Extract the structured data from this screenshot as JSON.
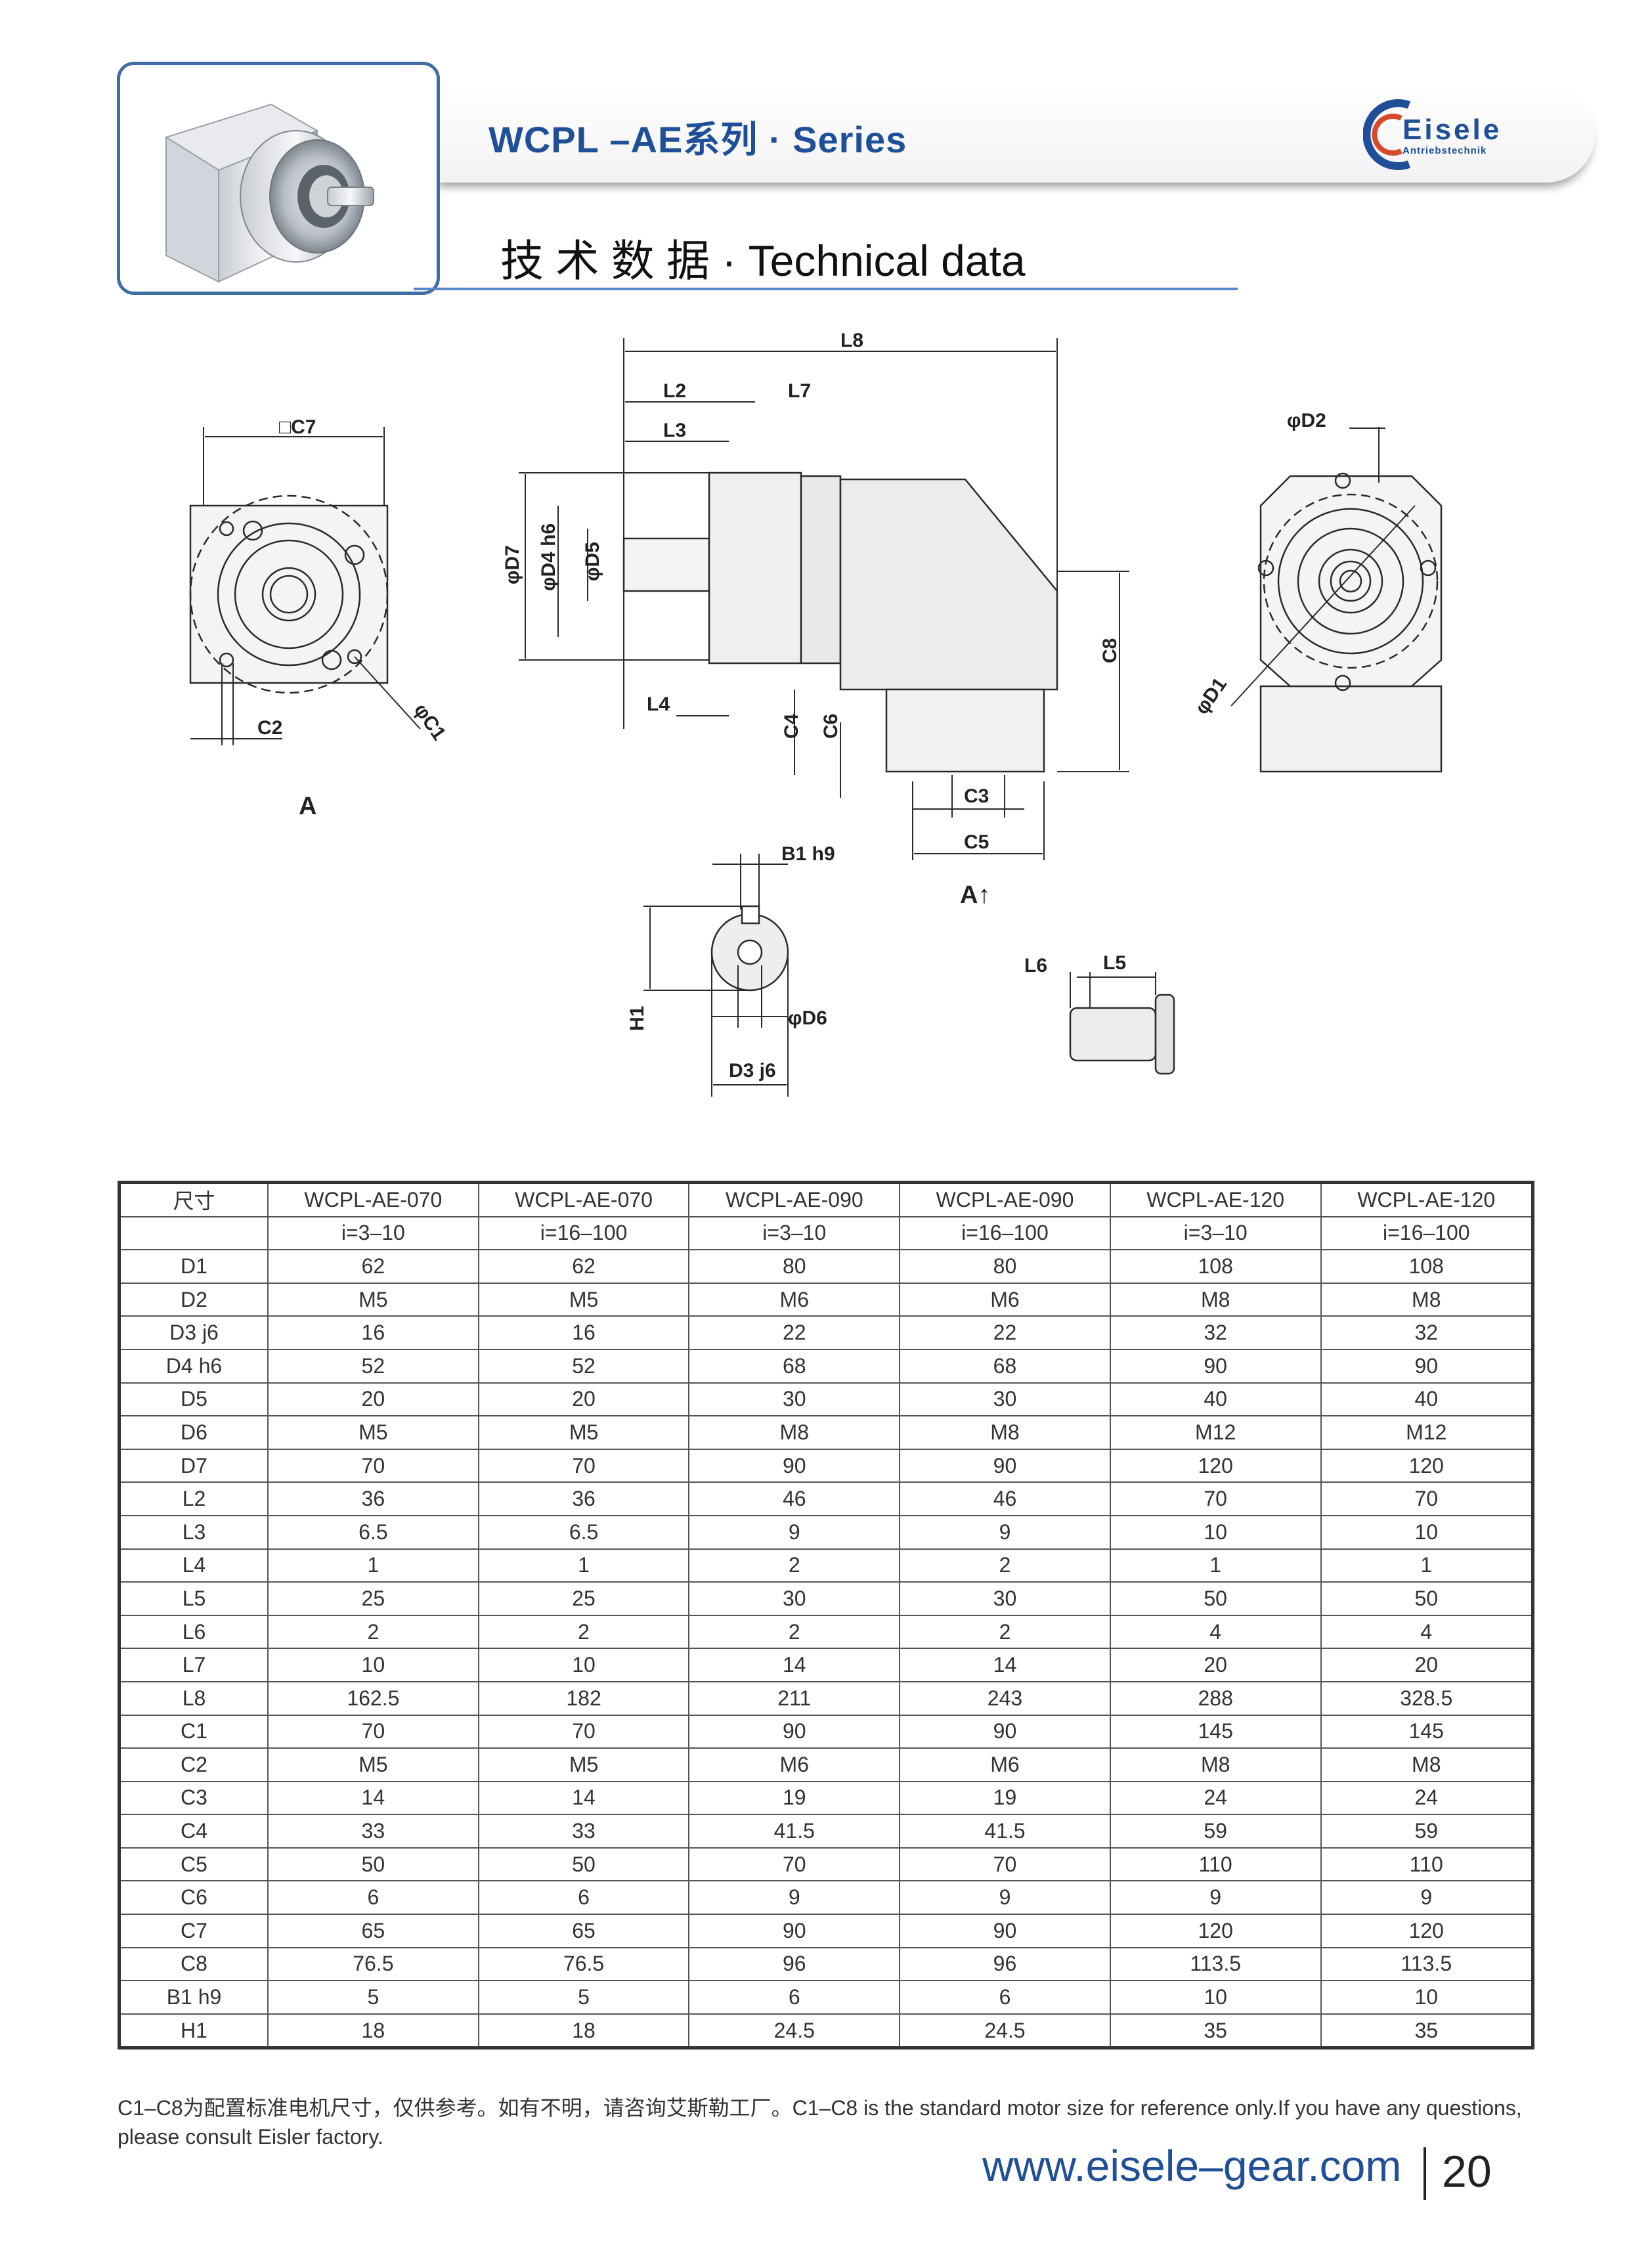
{
  "header": {
    "series_title": "WCPL –AE系列 · Series",
    "section_title": "技 术 数 据  ·  Technical data",
    "brand": "Eisele",
    "brand_sub": "Antriebstechnik"
  },
  "drawing_labels": {
    "c7": "□C7",
    "c2": "C2",
    "c1": "φC1",
    "view_a": "A",
    "l8": "L8",
    "l2": "L2",
    "l7": "L7",
    "l3": "L3",
    "d7": "φD7",
    "d4": "φD4 h6",
    "d5": "φD5",
    "l4": "L4",
    "c4": "C4",
    "c6": "C6",
    "c3": "C3",
    "c5": "C5",
    "c8": "C8",
    "view_a_arrow": "A↑",
    "d2": "φD2",
    "d1": "φD1",
    "b1": "B1 h9",
    "h1": "H1",
    "d6": "φD6",
    "d3": "D3 j6",
    "l6": "L6",
    "l5": "L5"
  },
  "table": {
    "corner": "尺寸",
    "models": [
      "WCPL-AE-070",
      "WCPL-AE-070",
      "WCPL-AE-090",
      "WCPL-AE-090",
      "WCPL-AE-120",
      "WCPL-AE-120"
    ],
    "ratios": [
      "i=3–10",
      "i=16–100",
      "i=3–10",
      "i=16–100",
      "i=3–10",
      "i=16–100"
    ],
    "rows": [
      {
        "label": "D1",
        "values": [
          "62",
          "62",
          "80",
          "80",
          "108",
          "108"
        ]
      },
      {
        "label": "D2",
        "values": [
          "M5",
          "M5",
          "M6",
          "M6",
          "M8",
          "M8"
        ]
      },
      {
        "label": "D3 j6",
        "values": [
          "16",
          "16",
          "22",
          "22",
          "32",
          "32"
        ]
      },
      {
        "label": "D4 h6",
        "values": [
          "52",
          "52",
          "68",
          "68",
          "90",
          "90"
        ]
      },
      {
        "label": "D5",
        "values": [
          "20",
          "20",
          "30",
          "30",
          "40",
          "40"
        ]
      },
      {
        "label": "D6",
        "values": [
          "M5",
          "M5",
          "M8",
          "M8",
          "M12",
          "M12"
        ]
      },
      {
        "label": "D7",
        "values": [
          "70",
          "70",
          "90",
          "90",
          "120",
          "120"
        ]
      },
      {
        "label": "L2",
        "values": [
          "36",
          "36",
          "46",
          "46",
          "70",
          "70"
        ]
      },
      {
        "label": "L3",
        "values": [
          "6.5",
          "6.5",
          "9",
          "9",
          "10",
          "10"
        ]
      },
      {
        "label": "L4",
        "values": [
          "1",
          "1",
          "2",
          "2",
          "1",
          "1"
        ]
      },
      {
        "label": "L5",
        "values": [
          "25",
          "25",
          "30",
          "30",
          "50",
          "50"
        ]
      },
      {
        "label": "L6",
        "values": [
          "2",
          "2",
          "2",
          "2",
          "4",
          "4"
        ]
      },
      {
        "label": "L7",
        "values": [
          "10",
          "10",
          "14",
          "14",
          "20",
          "20"
        ]
      },
      {
        "label": "L8",
        "values": [
          "162.5",
          "182",
          "211",
          "243",
          "288",
          "328.5"
        ]
      },
      {
        "label": "C1",
        "values": [
          "70",
          "70",
          "90",
          "90",
          "145",
          "145"
        ]
      },
      {
        "label": "C2",
        "values": [
          "M5",
          "M5",
          "M6",
          "M6",
          "M8",
          "M8"
        ]
      },
      {
        "label": "C3",
        "values": [
          "14",
          "14",
          "19",
          "19",
          "24",
          "24"
        ]
      },
      {
        "label": "C4",
        "values": [
          "33",
          "33",
          "41.5",
          "41.5",
          "59",
          "59"
        ]
      },
      {
        "label": "C5",
        "values": [
          "50",
          "50",
          "70",
          "70",
          "110",
          "110"
        ]
      },
      {
        "label": "C6",
        "values": [
          "6",
          "6",
          "9",
          "9",
          "9",
          "9"
        ]
      },
      {
        "label": "C7",
        "values": [
          "65",
          "65",
          "90",
          "90",
          "120",
          "120"
        ]
      },
      {
        "label": "C8",
        "values": [
          "76.5",
          "76.5",
          "96",
          "96",
          "113.5",
          "113.5"
        ]
      },
      {
        "label": "B1 h9",
        "values": [
          "5",
          "5",
          "6",
          "6",
          "10",
          "10"
        ]
      },
      {
        "label": "H1",
        "values": [
          "18",
          "18",
          "24.5",
          "24.5",
          "35",
          "35"
        ]
      }
    ]
  },
  "footnote": "C1–C8为配置标准电机尺寸，仅供参考。如有不明，请咨询艾斯勒工厂。C1–C8 is the standard motor size for reference only.If you have any questions, please consult Eisler factory.",
  "footer": {
    "url": "www.eisele–gear.com",
    "page": "20"
  }
}
